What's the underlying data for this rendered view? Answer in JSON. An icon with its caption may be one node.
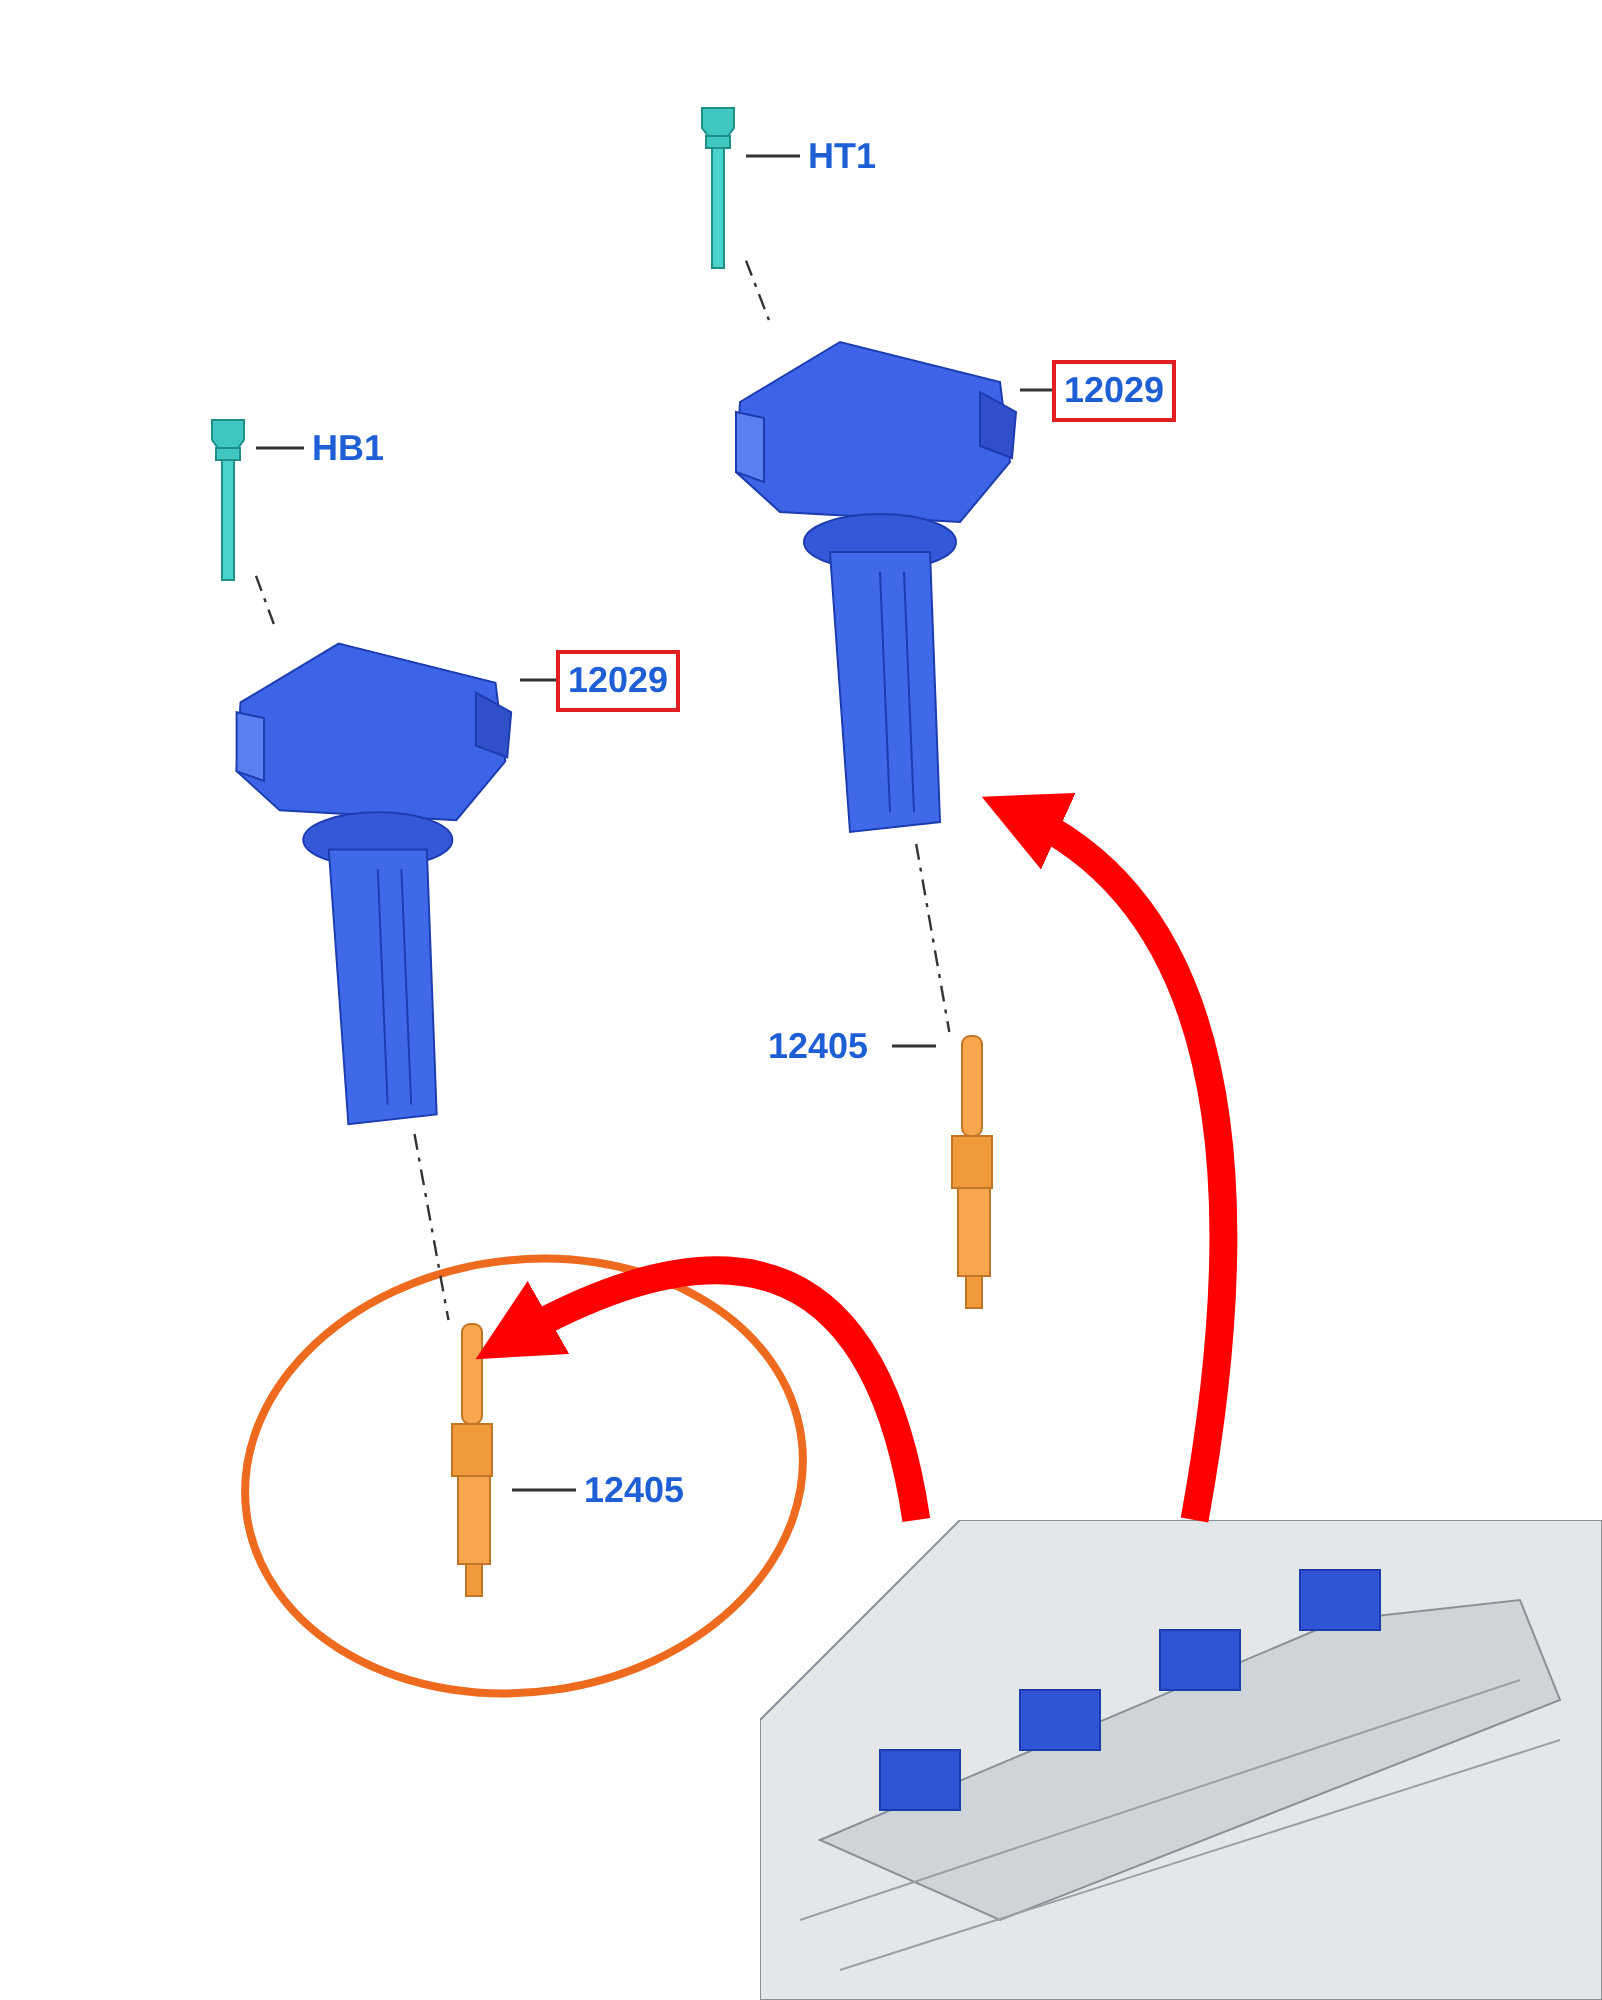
{
  "diagram": {
    "nodes": [
      {
        "text": [
          "HT1"
        ]
      },
      {
        "text": [],
        "shape": "picture"
      },
      {
        "text": [
          "12029"
        ]
      },
      {
        "text": [],
        "shape": "picture"
      },
      {
        "text": [
          "HB1"
        ]
      },
      {
        "text": [],
        "shape": "picture"
      },
      {
        "text": [
          "12029"
        ]
      },
      {
        "text": [],
        "shape": "picture"
      },
      {
        "text": [
          "12405"
        ]
      },
      {
        "text": [],
        "shape": "picture"
      },
      {
        "text": [
          "12405"
        ]
      },
      {
        "text": [],
        "shape": "picture"
      },
      {
        "text": [],
        "shape": "picture"
      }
    ],
    "edges": [
      {
        "from": 0,
        "to": 1,
        "arrow": "none"
      },
      {
        "from": 2,
        "to": 3,
        "arrow": "none"
      },
      {
        "from": 4,
        "to": 5,
        "arrow": "none"
      },
      {
        "from": 6,
        "to": 7,
        "arrow": "none"
      },
      {
        "from": 8,
        "to": 9,
        "arrow": "none"
      },
      {
        "from": 10,
        "to": 11,
        "arrow": "none"
      },
      {
        "from": 1,
        "to": 3,
        "arrow": "none",
        "style": "dashed"
      },
      {
        "from": 3,
        "to": 9,
        "arrow": "none",
        "style": "dashed"
      },
      {
        "from": 5,
        "to": 7,
        "arrow": "none",
        "style": "dashed"
      },
      {
        "from": 7,
        "to": 11,
        "arrow": "none",
        "style": "dashed"
      },
      {
        "from": 12,
        "to": 11,
        "arrow": "to",
        "style": "thick",
        "color": "#ff0000"
      },
      {
        "from": 12,
        "to": 3,
        "arrow": "to",
        "style": "thick",
        "color": "#ff0000"
      }
    ]
  }
}
